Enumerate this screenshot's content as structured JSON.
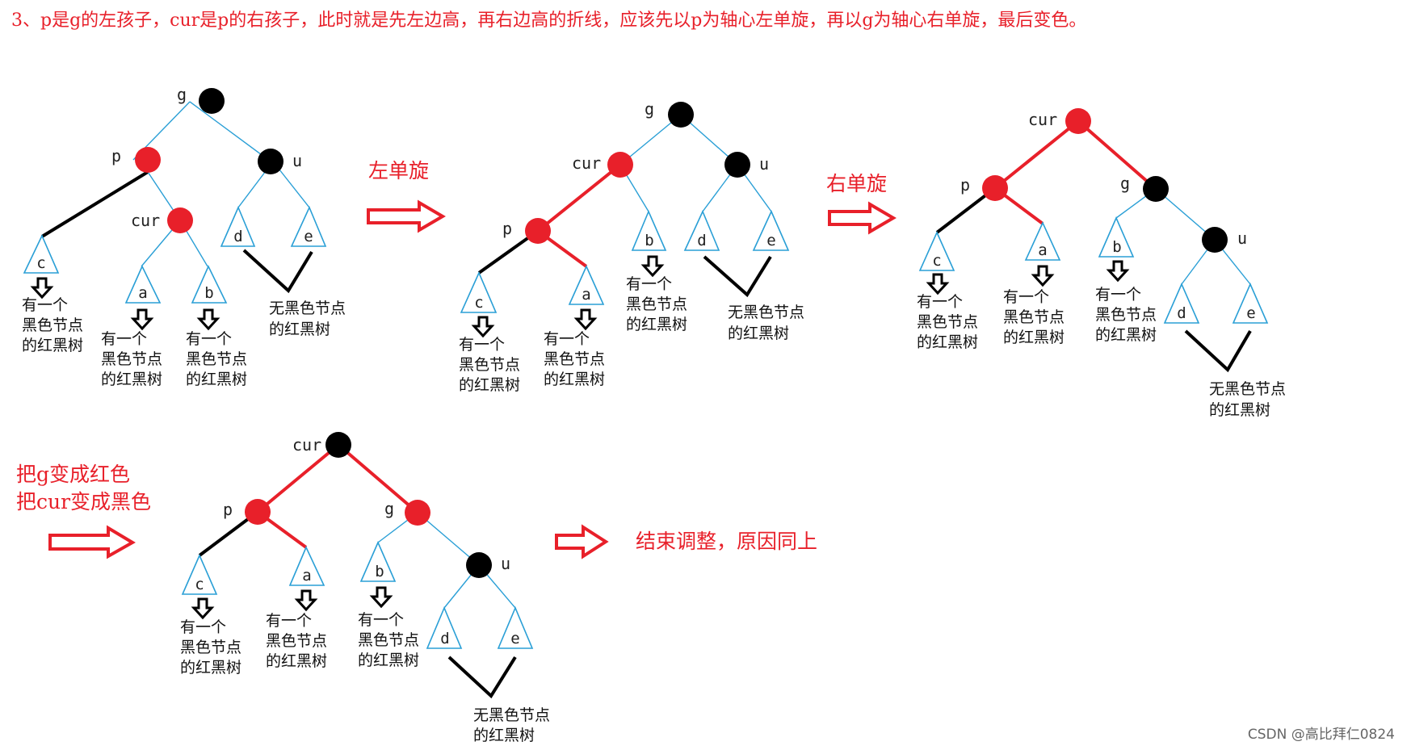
{
  "title": "3、p是g的左孩子，cur是p的右孩子，此时就是先左边高，再右边高的折线，应该先以p为轴心左单旋，再以g为轴心右单旋，最后变色。",
  "colors": {
    "red_node": "#e8202a",
    "black_node": "#000000",
    "edge_blue": "#2a9fd6",
    "text_red": "#e8202a"
  },
  "operations": {
    "left_rotate": "左单旋",
    "right_rotate": "右单旋",
    "recolor_line1": "把g变成红色",
    "recolor_line2": "把cur变成黑色",
    "end": "结束调整，原因同上"
  },
  "notes": {
    "has_black": [
      "有一个",
      "黑色节点",
      "的红黑树"
    ],
    "no_black": [
      "无黑色节点",
      "的红黑树"
    ]
  },
  "watermark": "CSDN @高比拜仁0824",
  "diagrams": [
    {
      "id": "d1",
      "nodes": [
        {
          "id": "g",
          "label": "g",
          "color": "black"
        },
        {
          "id": "p",
          "label": "p",
          "color": "red"
        },
        {
          "id": "u",
          "label": "u",
          "color": "black"
        },
        {
          "id": "cur",
          "label": "cur",
          "color": "red"
        }
      ],
      "subtrees": [
        {
          "id": "c",
          "label": "c",
          "note": "has_black"
        },
        {
          "id": "a",
          "label": "a",
          "note": "has_black"
        },
        {
          "id": "b",
          "label": "b",
          "note": "has_black"
        },
        {
          "id": "d",
          "label": "d"
        },
        {
          "id": "e",
          "label": "e",
          "note": "no_black"
        }
      ]
    },
    {
      "id": "d2",
      "nodes": [
        {
          "id": "g",
          "label": "g",
          "color": "black"
        },
        {
          "id": "cur",
          "label": "cur",
          "color": "red"
        },
        {
          "id": "u",
          "label": "u",
          "color": "black"
        },
        {
          "id": "p",
          "label": "p",
          "color": "red"
        }
      ],
      "subtrees": [
        {
          "id": "c",
          "label": "c",
          "note": "has_black"
        },
        {
          "id": "a",
          "label": "a",
          "note": "has_black"
        },
        {
          "id": "b",
          "label": "b",
          "note": "has_black"
        },
        {
          "id": "d",
          "label": "d"
        },
        {
          "id": "e",
          "label": "e",
          "note": "no_black"
        }
      ]
    },
    {
      "id": "d3",
      "nodes": [
        {
          "id": "cur",
          "label": "cur",
          "color": "red"
        },
        {
          "id": "p",
          "label": "p",
          "color": "red"
        },
        {
          "id": "g",
          "label": "g",
          "color": "black"
        },
        {
          "id": "u",
          "label": "u",
          "color": "black"
        }
      ],
      "subtrees": [
        {
          "id": "c",
          "label": "c",
          "note": "has_black"
        },
        {
          "id": "a",
          "label": "a",
          "note": "has_black"
        },
        {
          "id": "b",
          "label": "b",
          "note": "has_black"
        },
        {
          "id": "d",
          "label": "d"
        },
        {
          "id": "e",
          "label": "e",
          "note": "no_black"
        }
      ]
    },
    {
      "id": "d4",
      "nodes": [
        {
          "id": "cur",
          "label": "cur",
          "color": "black"
        },
        {
          "id": "p",
          "label": "p",
          "color": "red"
        },
        {
          "id": "g",
          "label": "g",
          "color": "red"
        },
        {
          "id": "u",
          "label": "u",
          "color": "black"
        }
      ],
      "subtrees": [
        {
          "id": "c",
          "label": "c",
          "note": "has_black"
        },
        {
          "id": "a",
          "label": "a",
          "note": "has_black"
        },
        {
          "id": "b",
          "label": "b",
          "note": "has_black"
        },
        {
          "id": "d",
          "label": "d"
        },
        {
          "id": "e",
          "label": "e",
          "note": "no_black"
        }
      ]
    }
  ]
}
